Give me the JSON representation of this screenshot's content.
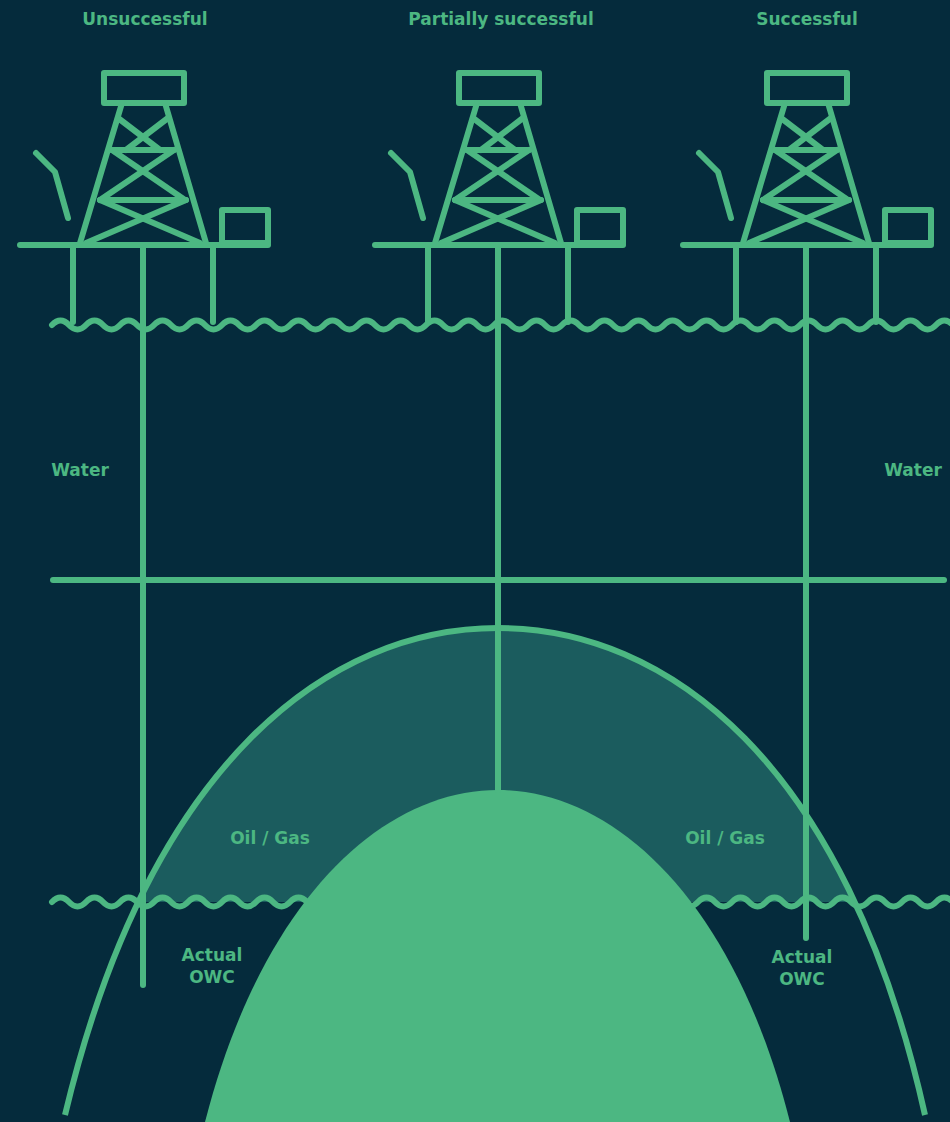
{
  "diagram": {
    "labels": [
      "Unsuccessful",
      "Partially successful",
      "Successful",
      "Water",
      "Water",
      "Oil / Gas",
      "Oil / Gas",
      "Actual OWC",
      "Actual OWC"
    ]
  }
}
